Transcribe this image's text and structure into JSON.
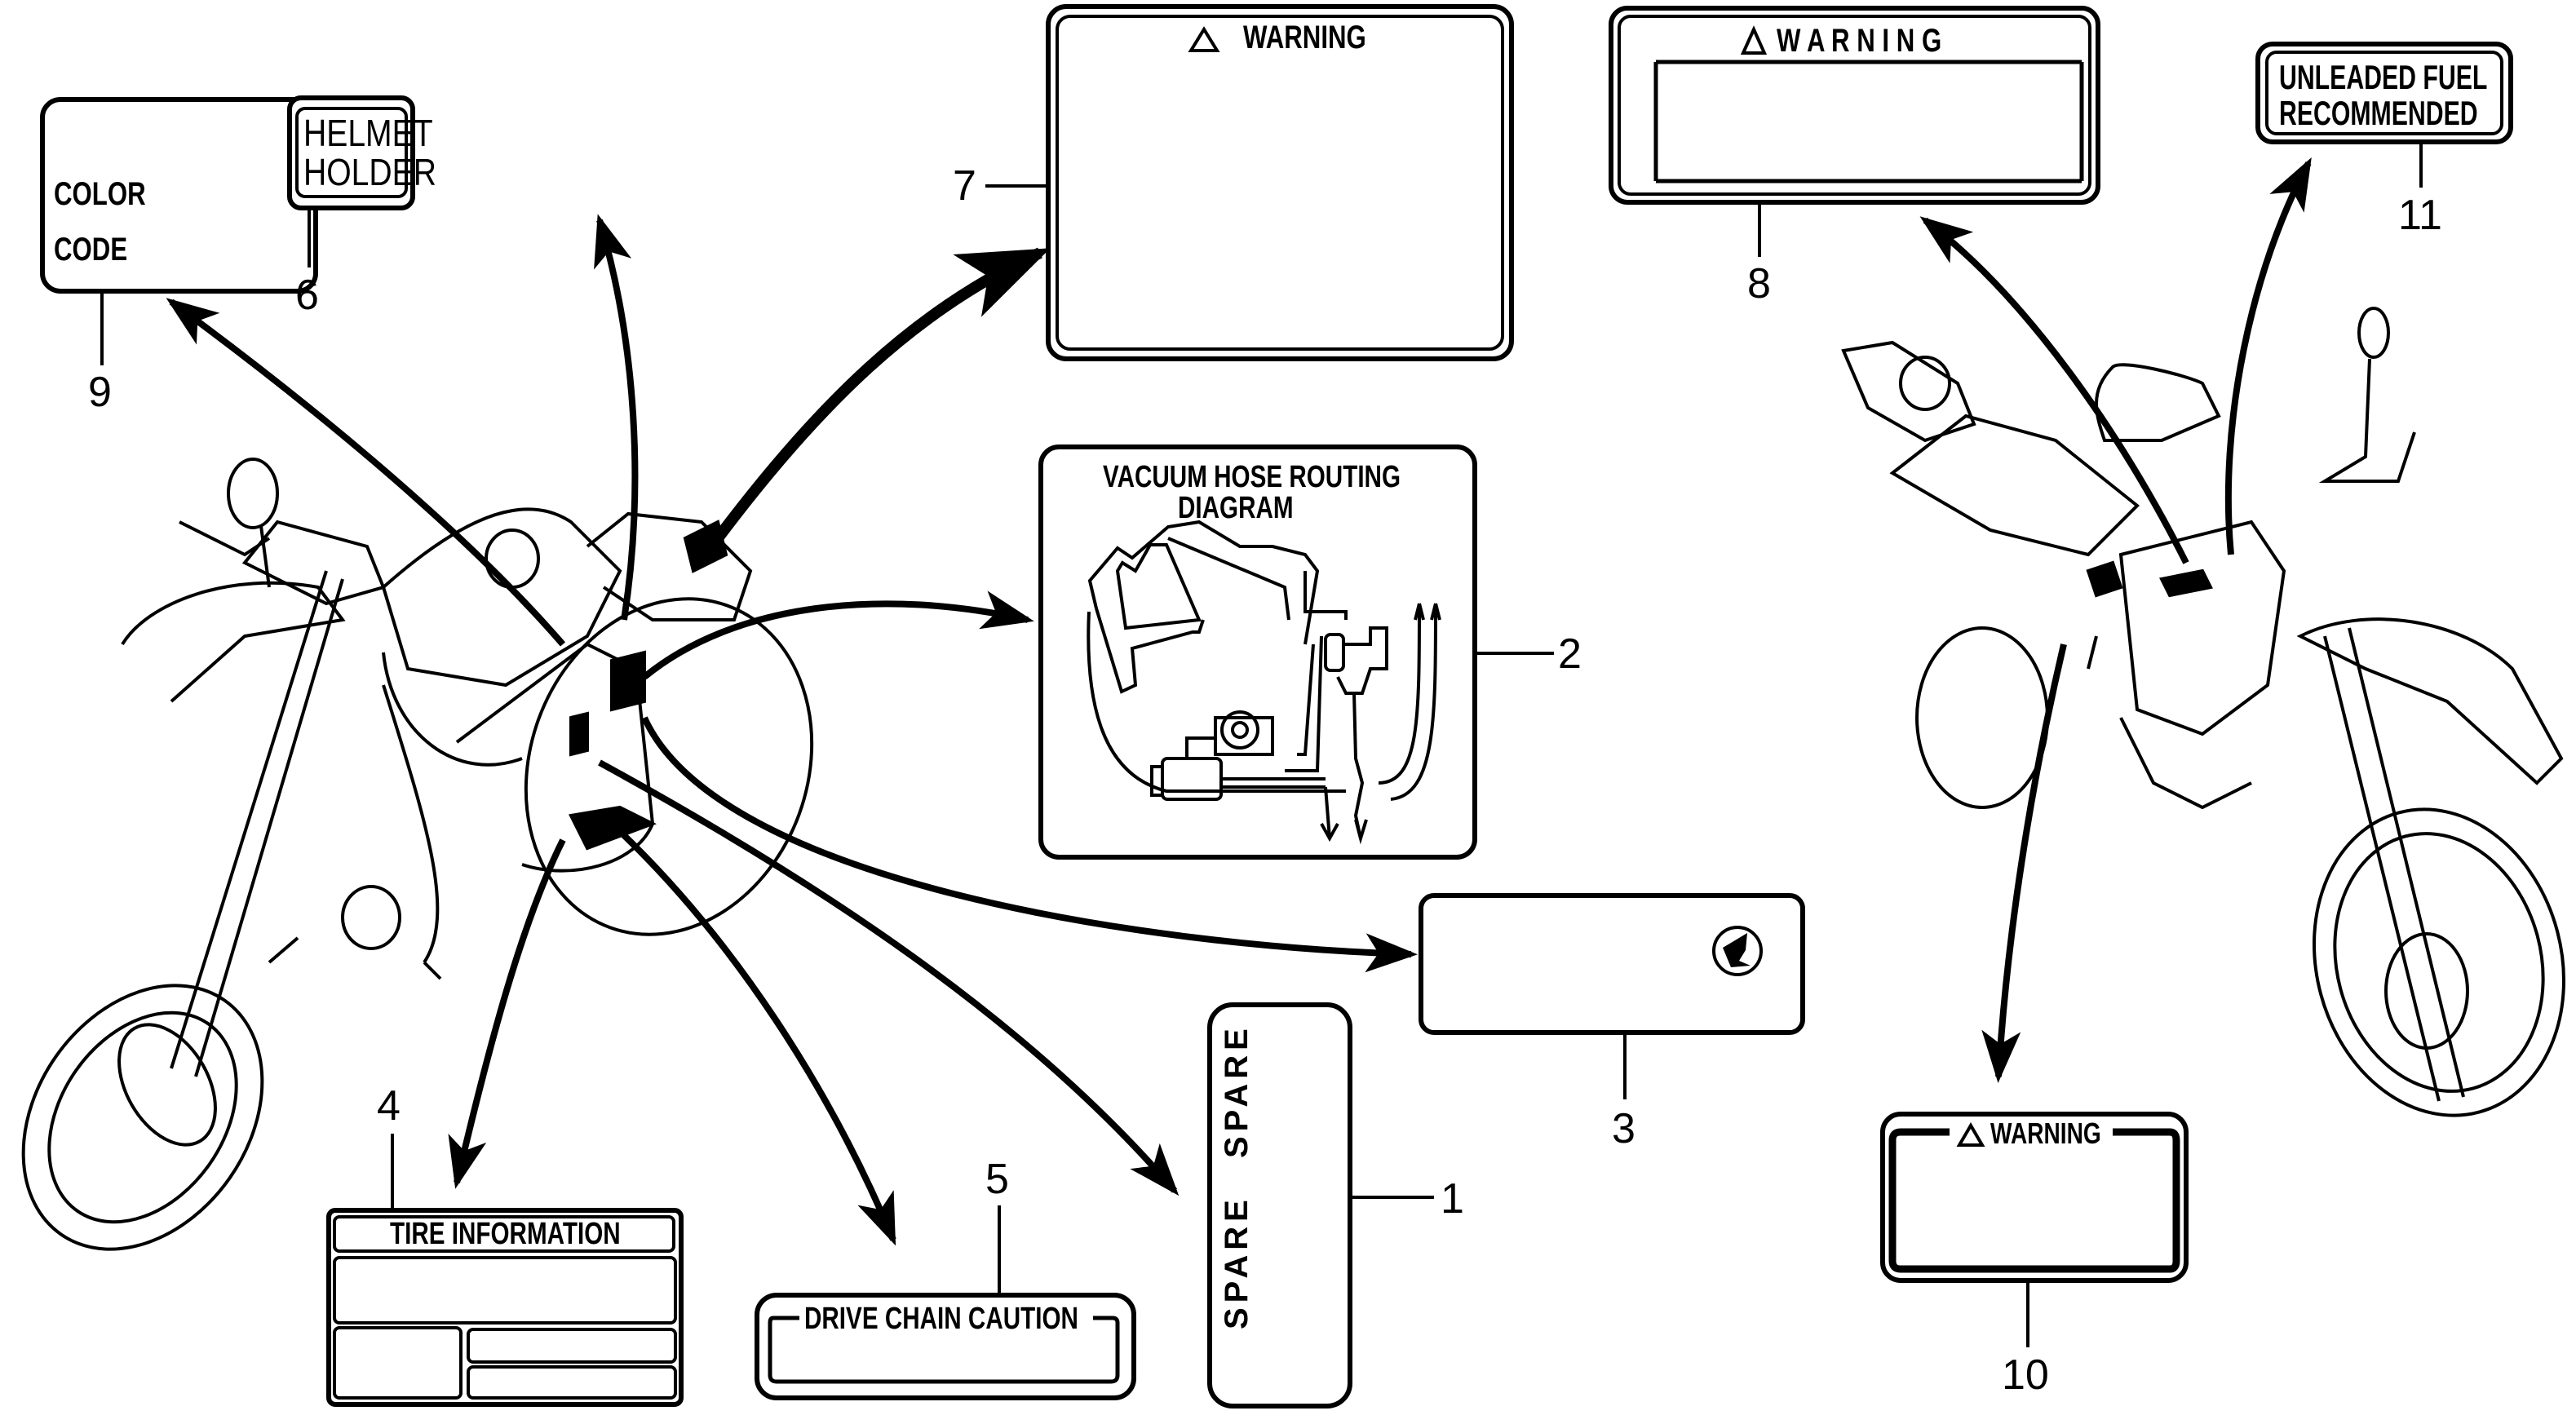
{
  "title": "Caution labels diagram (motorcycle parts)",
  "colors": {
    "ink": "#000000",
    "paper": "#ffffff"
  },
  "callouts": [
    {
      "number": "1",
      "part": "spare-label"
    },
    {
      "number": "2",
      "part": "vacuum-hose-routing-label"
    },
    {
      "number": "3",
      "part": "emblem-label"
    },
    {
      "number": "4",
      "part": "tire-information-label"
    },
    {
      "number": "5",
      "part": "drive-chain-caution-label"
    },
    {
      "number": "6",
      "part": "helmet-holder-label"
    },
    {
      "number": "7",
      "part": "warning-label-large"
    },
    {
      "number": "8",
      "part": "warning-label-wide"
    },
    {
      "number": "9",
      "part": "color-code-label"
    },
    {
      "number": "10",
      "part": "warning-label-small"
    },
    {
      "number": "11",
      "part": "unleaded-fuel-label"
    }
  ],
  "labels": {
    "color_code": {
      "line1": "COLOR",
      "line2": "CODE"
    },
    "helmet_holder": {
      "line1": "HELMET",
      "line2": "HOLDER"
    },
    "warning_large": {
      "title": "WARNING",
      "icon": "warning-triangle-icon"
    },
    "warning_wide": {
      "title": "W A R N I N G",
      "icon": "warning-triangle-icon"
    },
    "unleaded_fuel": {
      "line1": "UNLEADED FUEL",
      "line2": "RECOMMENDED"
    },
    "vacuum_hose": {
      "line1": "VACUUM HOSE ROUTING",
      "line2": "DIAGRAM"
    },
    "emblem": {
      "icon": "wing-emblem-icon"
    },
    "spare": {
      "top_text": "SPARE",
      "bottom_text": "SPARE"
    },
    "tire_info": {
      "title": "TIRE INFORMATION"
    },
    "drive_chain": {
      "title": "DRIVE CHAIN CAUTION"
    },
    "warning_small": {
      "title": "WARNING",
      "icon": "warning-triangle-icon"
    }
  }
}
